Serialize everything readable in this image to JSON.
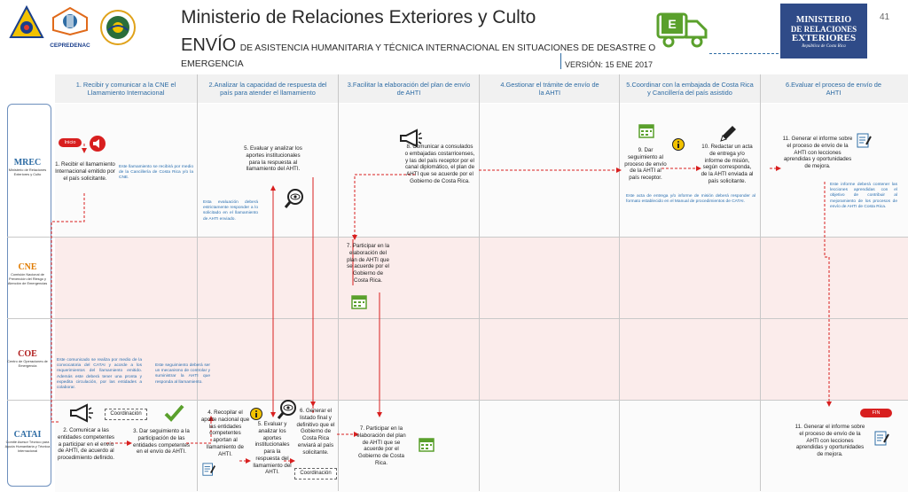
{
  "header": {
    "title": "Ministerio de Relaciones Exteriores y Culto",
    "subtitle_big": "ENVÍO",
    "subtitle_rest": "DE ASISTENCIA HUMANITARIA Y TÉCNICA INTERNACIONAL EN SITUACIONES DE DESASTRE O",
    "subtitle_line2": "EMERGENCIA",
    "version": "VERSIÓN: 15 ENE 2017",
    "page_number": "41",
    "truck_letter": "E",
    "cepredenac": "CEPREDENAC",
    "ministry_logo": {
      "line1": "MINISTERIO",
      "line2": "DE RELACIONES",
      "line3": "EXTERIORES",
      "line4": "República de Costa Rica"
    }
  },
  "columns": [
    "1. Recibir y comunicar a la CNE el Llamamiento Internacional",
    "2.Analizar la capacidad de respuesta del país para atender el llamamiento",
    "3.Facilitar la elaboración del plan de envío de AHTI",
    "4.Gestionar el trámite de envío de la AHTI",
    "5.Coordinar con la embajada de Costa Rica y Cancillería del país asistido",
    "6.Evaluar el proceso de envío de AHTI"
  ],
  "lanes": {
    "mrec": {
      "code": "MREC",
      "name": "Ministerio de Relaciones Exteriores y Culto"
    },
    "cne": {
      "code": "CNE",
      "name": "Comisión Nacional de Prevención del Riesgo y Atención de Emergencias"
    },
    "coe": {
      "code": "COE",
      "name": "Centro de Operaciones de Emergencia"
    },
    "catai": {
      "code": "CATAI",
      "name": "Comité Asesor Técnico para Ayuda Humanitaria y Técnica Internacional"
    }
  },
  "labels": {
    "inicio": "Inicio",
    "fin": "FIN",
    "coordinacion": "Coordinación"
  },
  "steps": {
    "s1": "1. Recibir el llamamiento Internacional emitido por el país solicitante.",
    "s2": "2. Comunicar a las entidades competentes a participar en el envío de AHTI, de acuerdo al procedimiento definido.",
    "s3": "3. Dar seguimiento a la participación de las entidades competentes en el envío de AHTI.",
    "s4": "4. Recopilar el aporte nacional que las entidades competentes aportan al llamamiento de AHTI.",
    "s5a": "5. Evaluar y analizar los aportes institucionales para la respuesta al llamamiento del AHTI.",
    "s5b": "5. Evaluar y analizar los aportes institucionales para la respuesta del llamamiento del AHTI.",
    "s6": "6. Generar el listado final y definitivo que el Gobierno de Costa Rica enviará al país solicitante.",
    "s7a": "7. Participar en la elaboración del plan de AHTI que se acuerde por el Gobierno de Costa Rica.",
    "s7b": "7. Participar en la elaboración del plan de AHTI que se acuerde por el Gobierno de Costa Rica.",
    "s8": "8. Comunicar a consulados o embajadas costarricenses, y las del país receptor por el canal diplomático, el plan de AHTI que se acuerde por el Gobierno de Costa Rica.",
    "s9": "9. Dar seguimiento al proceso de envío de la AHTI al país receptor.",
    "s10": "10. Redactar un acta de entrega y/o informe de misión, según corresponda, de la AHTI enviada al país solicitante.",
    "s11a": "11. Generar el informe sobre el proceso de envío de la AHTI con lecciones aprendidas y oportunidades de mejora.",
    "s11b": "11. Generar el informe sobre el proceso de envío de la AHTI con lecciones aprendidas y oportunidades de mejora."
  },
  "notes": {
    "n1": "Este llamamiento se recibirá por medio de la Cancillería de Costa Rica y/o la CNE.",
    "n2": "Esta evaluación deberá estrictamente responder a lo solicitado en el llamamiento de AHTI enviado.",
    "n3": "Este comunicado se realiza por medio de la convocatoria del CATAI y acorde a los requerimientos del llamamiento emitido. Además este deberá tener una pronta y expedita circulación, por las entidades a colaborar.",
    "n4": "Este seguimiento deberá ser un mecanismo de controlar y suministrar la AHTI que responda al llamamiento.",
    "n5": "Este acta de entrega y/o informe de misión deberá responder al formato establecido en el Manual de procedimientos de CATAI.",
    "n6": "Este informe deberá contener las lecciones aprendidas con el objetivo de contribuir al mejoramiento de los procesos de envío de AHTI de Costa Rica."
  },
  "colors": {
    "accent_blue": "#2e6ca4",
    "note_blue": "#2a6fb0",
    "arrow_red": "#d81f1f",
    "lane_pink": "#fbeceb",
    "green": "#5aa02c"
  }
}
